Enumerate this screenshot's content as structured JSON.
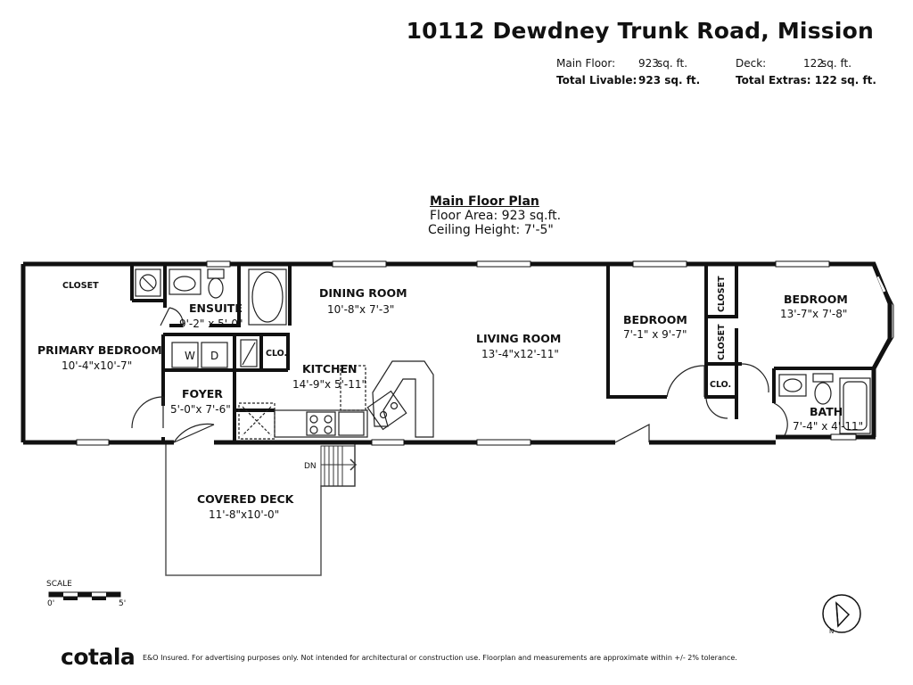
{
  "header": {
    "address": "10112 Dewdney Trunk Road, Mission"
  },
  "summary": {
    "main_floor_label": "Main Floor:",
    "main_floor_value": "923",
    "main_floor_unit": "sq. ft.",
    "total_livable_label": "Total Livable:",
    "total_livable_value": "923 sq. ft.",
    "deck_label": "Deck:",
    "deck_value": "122",
    "deck_unit": "sq. ft.",
    "total_extras_label": "Total Extras: 122 sq. ft."
  },
  "plan": {
    "title": "Main Floor Plan",
    "floor_area": "Floor Area: 923 sq.ft.",
    "ceiling_height": "Ceiling Height: 7'-5\""
  },
  "rooms": {
    "closet_primary": "CLOSET",
    "ensuite": {
      "name": "ENSUITE",
      "dim": "9'-2\" x 5'-0\""
    },
    "primary_bedroom": {
      "name": "PRIMARY BEDROOM",
      "dim": "10'-4\"x10'-7\""
    },
    "foyer": {
      "name": "FOYER",
      "dim": "5'-0\"x 7'-6\""
    },
    "clo_1": "CLO.",
    "kitchen": {
      "name": "KITCHEN",
      "dim": "14'-9\"x 5'-11\""
    },
    "dining_room": {
      "name": "DINING ROOM",
      "dim": "10'-8\"x 7'-3\""
    },
    "living_room": {
      "name": "LIVING ROOM",
      "dim": "13'-4\"x12'-11\""
    },
    "bedroom_2": {
      "name": "BEDROOM",
      "dim": "7'-1\" x 9'-7\""
    },
    "closet_a": "CLOSET",
    "closet_b": "CLOSET",
    "clo_2": "CLO.",
    "bedroom_3": {
      "name": "BEDROOM",
      "dim": "13'-7\"x 7'-8\""
    },
    "bath": {
      "name": "BATH",
      "dim": "7'-4\" x 4'-11\""
    },
    "covered_deck": {
      "name": "COVERED DECK",
      "dim": "11'-8\"x10'-0\""
    },
    "washer": "W",
    "dryer": "D",
    "stairs_dn": "DN"
  },
  "scale": {
    "label": "SCALE",
    "start": "0'",
    "end": "5'"
  },
  "footer": {
    "brand": "cotala",
    "disclaimer": "E&O Insured. For advertising purposes only. Not intended for architectural or construction use. Floorplan and measurements are approximate within +/- 2% tolerance."
  },
  "icons": [
    "compass-icon",
    "toilet-icon",
    "sink-icon",
    "bathtub-icon",
    "stove-icon",
    "door-swing-icon"
  ]
}
